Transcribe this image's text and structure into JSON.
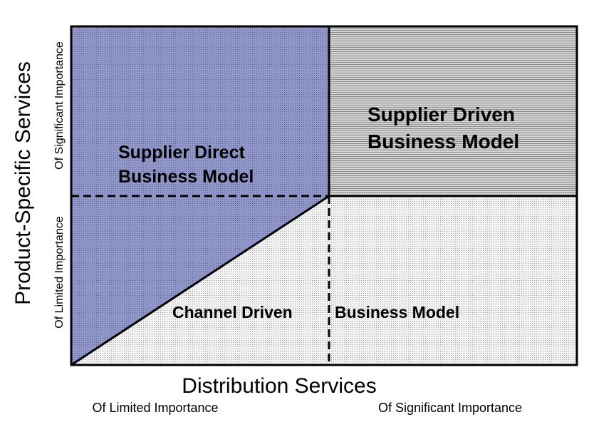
{
  "y_axis": {
    "title": "Product-Specific Services",
    "levels": [
      "Of Limited Importance",
      "Of Significant Importance"
    ]
  },
  "x_axis": {
    "title": "Distribution Services",
    "levels": [
      "Of Limited Importance",
      "Of Significant Importance"
    ]
  },
  "regions": {
    "supplier_direct": {
      "line1": "Supplier Direct",
      "line2": "Business Model",
      "color": "#8f95c8"
    },
    "supplier_driven": {
      "line1": "Supplier Driven",
      "line2": "Business Model",
      "color": "#c9c9c9"
    },
    "channel_driven": {
      "left": "Channel Driven",
      "right": "Business Model",
      "color": "#e6e6e6"
    }
  }
}
